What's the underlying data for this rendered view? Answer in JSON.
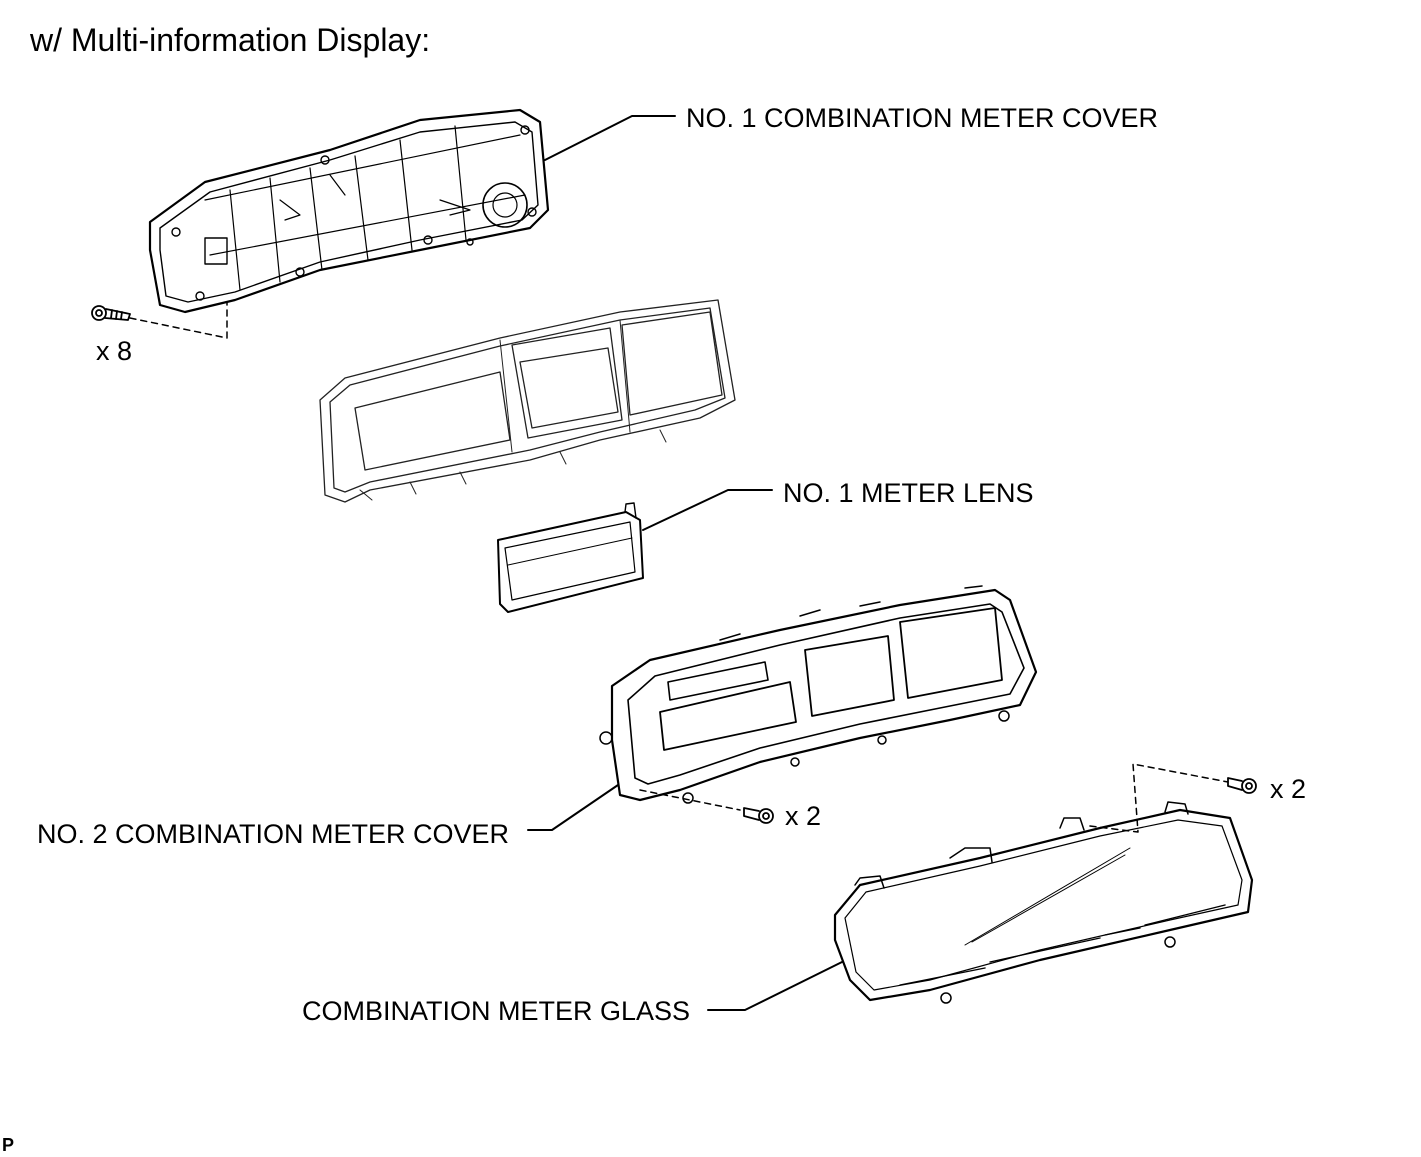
{
  "title": "w/ Multi-information Display:",
  "labels": {
    "cover1": "NO. 1 COMBINATION METER COVER",
    "lens": "NO. 1 METER LENS",
    "cover2": "NO. 2 COMBINATION METER COVER",
    "glass": "COMBINATION METER GLASS"
  },
  "quantities": {
    "screws_cover1": "x 8",
    "screws_cover2": "x 2",
    "screws_glass": "x 2"
  },
  "corner_mark": "P"
}
